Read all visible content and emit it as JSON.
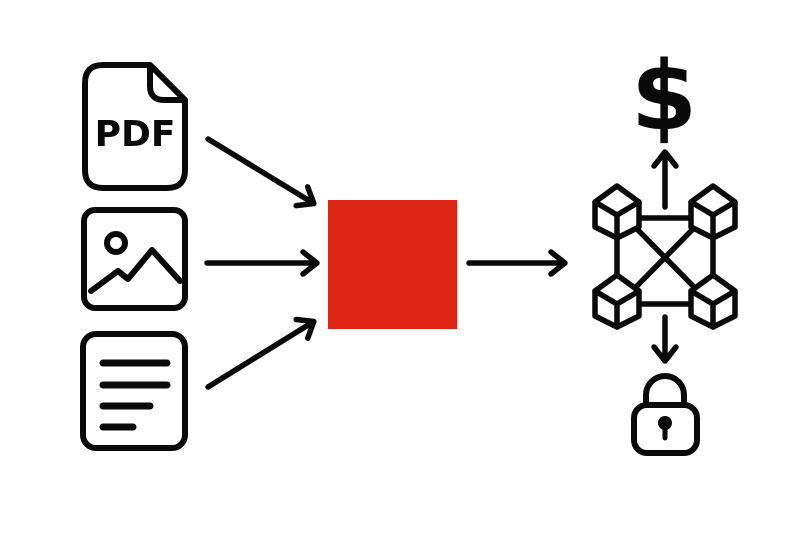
{
  "colors": {
    "ink": "#0a0a0a",
    "accent": "#de2617",
    "background": "#ffffff"
  },
  "diagram": {
    "inputs": [
      {
        "name": "pdf-document",
        "icon": "pdf-file-icon",
        "label": "PDF"
      },
      {
        "name": "image",
        "icon": "image-picture-icon",
        "label": ""
      },
      {
        "name": "text-document",
        "icon": "text-lines-document-icon",
        "label": ""
      }
    ],
    "processor": {
      "name": "red-square-processor",
      "shape": "square",
      "color": "#de2617"
    },
    "network": {
      "name": "blockchain-network",
      "icon": "connected-cubes-icon"
    },
    "outputs": [
      {
        "name": "monetization",
        "icon": "dollar-sign",
        "symbol": "$"
      },
      {
        "name": "security",
        "icon": "padlock-icon",
        "symbol": ""
      }
    ],
    "flows": [
      {
        "from": "pdf-document",
        "to": "red-square-processor"
      },
      {
        "from": "image",
        "to": "red-square-processor"
      },
      {
        "from": "text-document",
        "to": "red-square-processor"
      },
      {
        "from": "red-square-processor",
        "to": "blockchain-network"
      },
      {
        "from": "blockchain-network",
        "to": "monetization"
      },
      {
        "from": "blockchain-network",
        "to": "security"
      }
    ]
  }
}
